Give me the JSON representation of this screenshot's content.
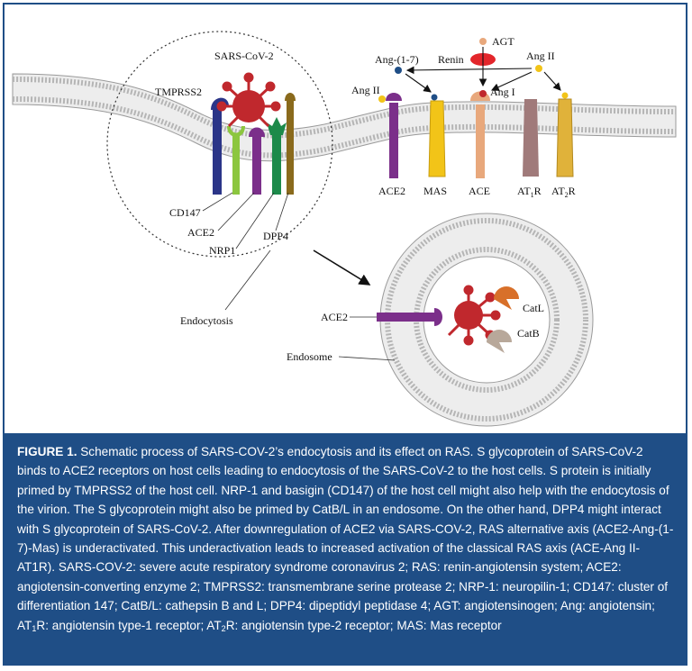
{
  "labels": {
    "sars_cov2": "SARS-CoV-2",
    "tmprss2": "TMPRSS2",
    "cd147": "CD147",
    "ace2": "ACE2",
    "nrp1": "NRP1",
    "dpp4": "DPP4",
    "endocytosis": "Endocytosis",
    "ang17": "Ang-(1-7)",
    "agt": "AGT",
    "renin": "Renin",
    "ang2_right": "Ang II",
    "ang2_left": "Ang II",
    "ang1": "Ang I",
    "ace2_ras": "ACE2",
    "mas": "MAS",
    "ace": "ACE",
    "at1r_main": "AT",
    "at1r_sub": "1",
    "at1r_tail": "R",
    "at2r_main": "AT",
    "at2r_sub": "2",
    "at2r_tail": "R",
    "ace2_endosome": "ACE2",
    "endosome": "Endosome",
    "catl": "CatL",
    "catb": "CatB"
  },
  "caption": {
    "title": "FIGURE 1.",
    "text1": " Schematic process of SARS-COV-2’s endocytosis and its effect on RAS. S glycoprotein of SARS-CoV-2 binds to ACE2 receptors on host cells leading to endocytosis of the SARS-CoV-2 to the host cells. S protein is initially primed by TMPRSS2 of the host cell. NRP-1 and basigin (CD147) of the host cell might also help with the endocytosis of the virion. The S glycoprotein might also be primed by CatB/L in an endosome. On the other hand, DPP4 might interact with S glycoprotein of SARS-CoV-2. After downregulation of ACE2 via SARS-COV-2, RAS alternative axis (ACE2-Ang-(1-7)-Mas) is underactivated. This underactivation leads to increased activation of the classical RAS axis (ACE-Ang II-AT1R). SARS-COV-2: severe acute respiratory syndrome coronavirus 2; RAS: renin-angiotensin system; ACE2: angiotensin-converting enzyme 2; TMPRSS2: transmembrane serine protease 2; NRP-1: neuropilin-1; CD147: cluster of differentiation 147; CatB/L: cathepsin B and L; DPP4: dipeptidyl peptidase 4; AGT: angiotensinogen; Ang: angiotensin; AT",
    "sub1": "1",
    "text2": "R: angiotensin type-1 receptor; AT",
    "sub2": "2",
    "text3": "R: angiotensin type-2 receptor; MAS: Mas receptor"
  },
  "colors": {
    "frame": "#1f4e86",
    "virus": "#c0282d",
    "ace2": "#7b2f8a",
    "tmprss2": "#2b3588",
    "cd147": "#8cc63f",
    "nrp1": "#7b2f8a",
    "dpp4_green": "#1c8a4a",
    "dpp4_olive": "#8a6a1c",
    "mas": "#f2c418",
    "ace": "#e8a87c",
    "at1r": "#a07a7a",
    "at2r": "#e0b23a",
    "renin": "#e3262b",
    "catl": "#d8702a",
    "catb": "#b8a89a"
  }
}
